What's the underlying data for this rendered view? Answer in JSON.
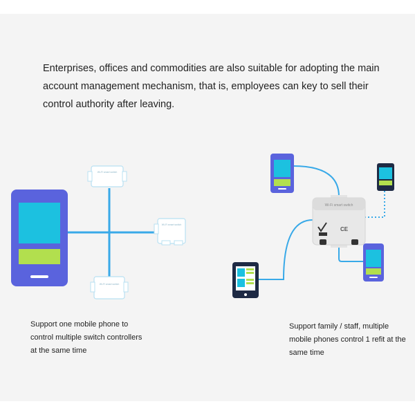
{
  "headline": "Enterprises, offices and commodities are also suitable for adopting the main account management mechanism, that is, employees can key to sell their control authority after leaving.",
  "captions": {
    "left": "Support one mobile phone to control multiple switch controllers at the same time",
    "right": "Support family / staff, multiple mobile phones control 1 refit at the same time"
  },
  "module_label": "Wi-Fi smart switch",
  "hub_label": "Wi-Fi smart switch",
  "ce_mark": "CE",
  "colors": {
    "phone_frame": "#5a63dd",
    "screen_cyan": "#1cc1e0",
    "screen_green": "#b2df4e",
    "wire": "#38a9e8",
    "tablet_frame": "#1e2a44",
    "hub_body": "#e8e8e8"
  }
}
